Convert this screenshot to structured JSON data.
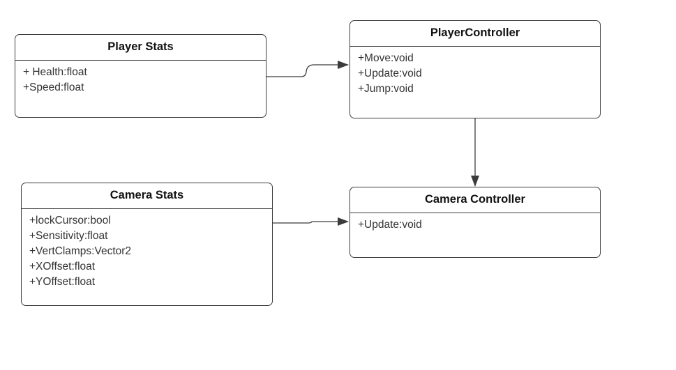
{
  "diagram": {
    "classes": [
      {
        "id": "player-stats",
        "name": "Player Stats",
        "members": [
          "+ Health:float",
          "+Speed:float"
        ]
      },
      {
        "id": "player-controller",
        "name": "PlayerController",
        "members": [
          "+Move:void",
          "+Update:void",
          "+Jump:void"
        ]
      },
      {
        "id": "camera-stats",
        "name": "Camera Stats",
        "members": [
          "+lockCursor:bool",
          "+Sensitivity:float",
          "+VertClamps:Vector2",
          "+XOffset:float",
          "+YOffset:float"
        ]
      },
      {
        "id": "camera-controller",
        "name": "Camera Controller",
        "members": [
          "+Update:void"
        ]
      }
    ],
    "relations": [
      {
        "from": "player-stats",
        "to": "player-controller",
        "arrow": "filled-triangle"
      },
      {
        "from": "player-controller",
        "to": "camera-controller",
        "arrow": "filled-triangle"
      },
      {
        "from": "camera-stats",
        "to": "camera-controller",
        "arrow": "filled-triangle"
      }
    ],
    "colors": {
      "line": "#3b3b3b",
      "text": "#333333",
      "background": "#ffffff"
    }
  }
}
